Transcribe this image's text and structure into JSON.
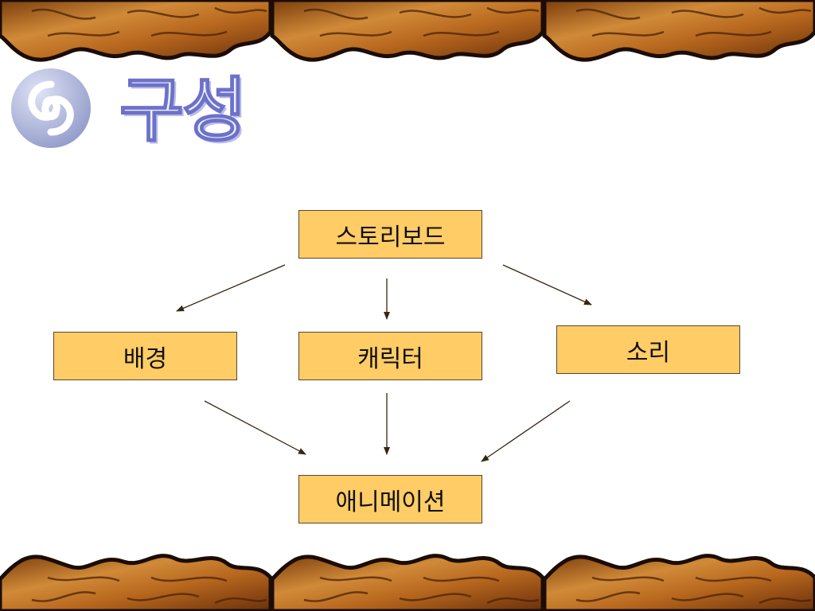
{
  "slide": {
    "title": "구성",
    "title_color": "#6c72c8",
    "decoration_color": "#c8862a"
  },
  "diagram": {
    "nodes": {
      "storyboard": "스토리보드",
      "background": "배경",
      "character": "캐릭터",
      "sound": "소리",
      "animation": "애니메이션"
    },
    "edges": [
      {
        "from": "storyboard",
        "to": "background"
      },
      {
        "from": "storyboard",
        "to": "character"
      },
      {
        "from": "storyboard",
        "to": "sound"
      },
      {
        "from": "background",
        "to": "animation"
      },
      {
        "from": "character",
        "to": "animation"
      },
      {
        "from": "sound",
        "to": "animation"
      }
    ],
    "node_fill": "#ffcc66"
  }
}
